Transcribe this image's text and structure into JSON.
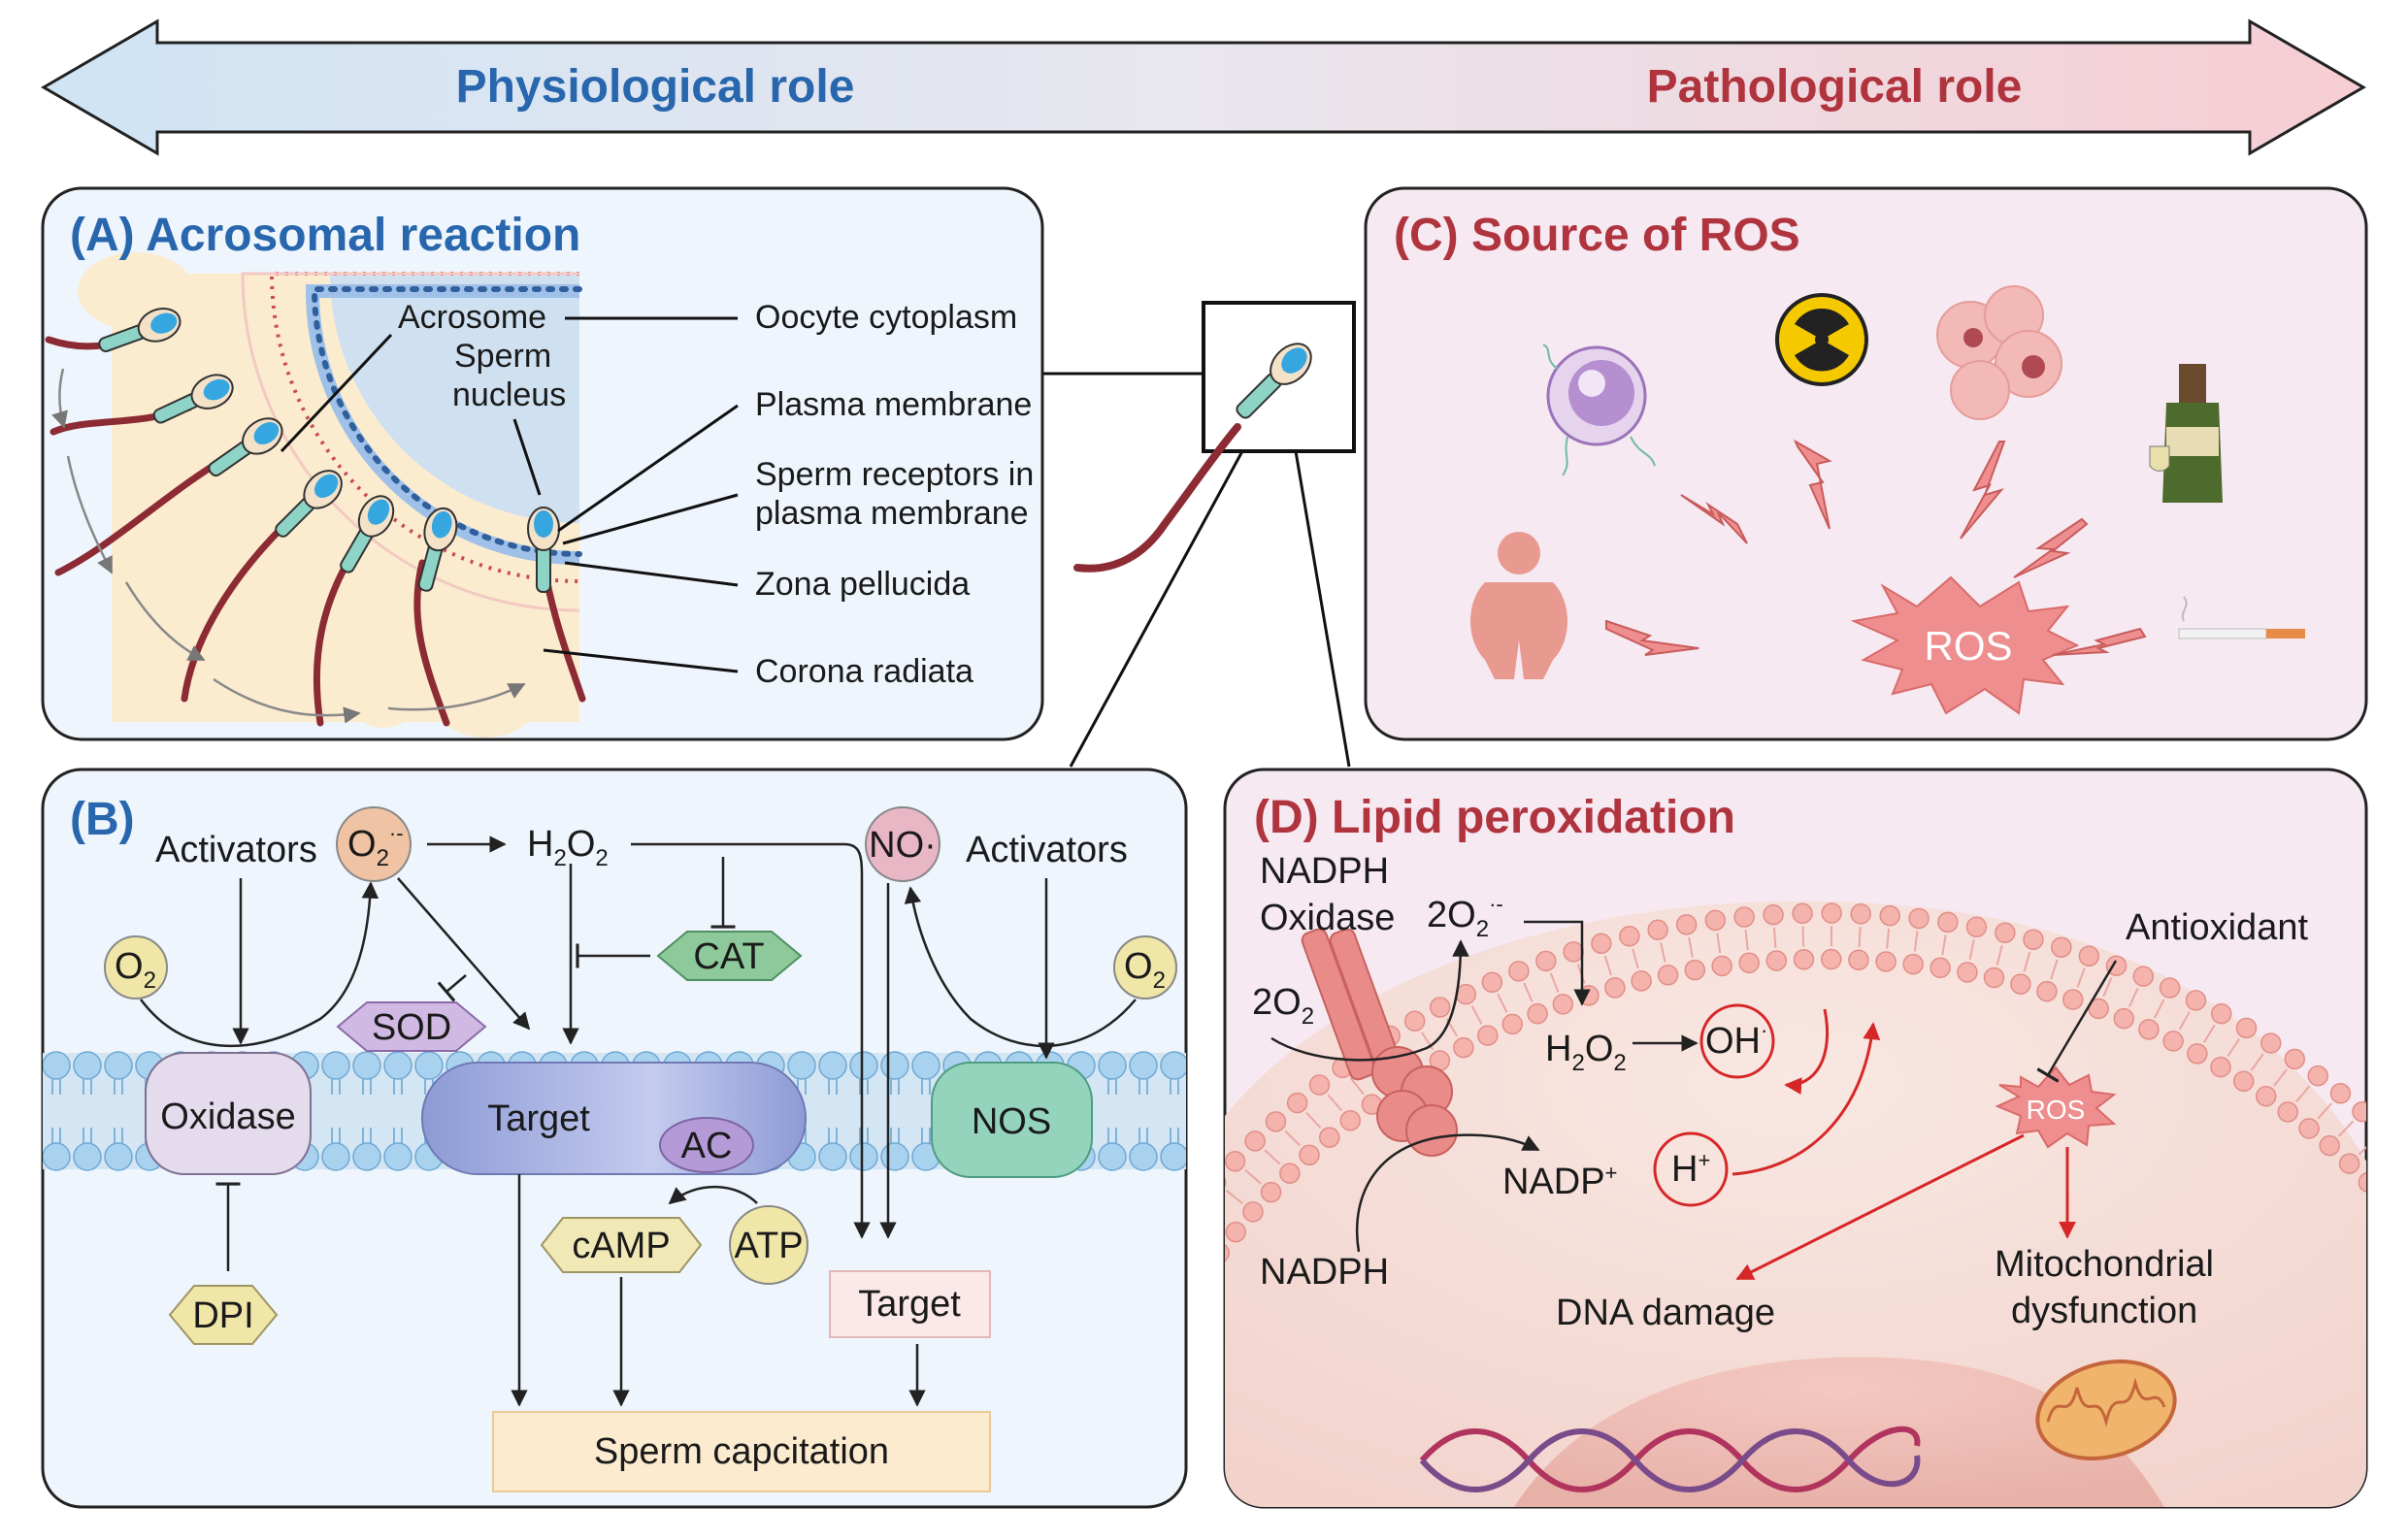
{
  "banner": {
    "left_label": "Physiological role",
    "right_label": "Pathological role"
  },
  "panel_a": {
    "title": "(A) Acrosomal reaction",
    "acrosome": "Acrosome",
    "sperm_nucleus_1": "Sperm",
    "sperm_nucleus_2": "nucleus",
    "oocyte_cytoplasm": "Oocyte cytoplasm",
    "plasma_membrane": "Plasma membrane",
    "receptors_1": "Sperm receptors in",
    "receptors_2": "plasma membrane",
    "zona_pellucida": "Zona pellucida",
    "corona_radiata": "Corona radiata"
  },
  "panel_b": {
    "title": "(B)",
    "activators_left": "Activators",
    "activators_right": "Activators",
    "superoxide": "O",
    "superoxide_sub": "2",
    "superoxide_sup": "·-",
    "h2o2_h": "H",
    "h2o2_sub1": "2",
    "h2o2_o": "O",
    "h2o2_sub2": "2",
    "no_radical": "NO·",
    "o2_left": "O",
    "o2_left_sub": "2",
    "o2_right": "O",
    "o2_right_sub": "2",
    "sod": "SOD",
    "cat": "CAT",
    "oxidase": "Oxidase",
    "target_membrane": "Target",
    "ac": "AC",
    "nos": "NOS",
    "camp": "cAMP",
    "atp": "ATP",
    "dpi": "DPI",
    "target_box": "Target",
    "sperm_capacitation": "Sperm capcitation"
  },
  "panel_c": {
    "title": "(C) Source of ROS",
    "ros": "ROS"
  },
  "panel_d": {
    "title": "(D) Lipid peroxidation",
    "nadph_oxidase_1": "NADPH",
    "nadph_oxidase_2": "Oxidase",
    "two_o2_superoxide": "2O",
    "two_o2_superoxide_sub": "2",
    "two_o2_superoxide_sup": "·-",
    "two_o2": "2O",
    "two_o2_sub": "2",
    "h2o2_h": "H",
    "h2o2_sub1": "2",
    "h2o2_o": "O",
    "h2o2_sub2": "2",
    "hydroxyl": "OH",
    "hydroxyl_sup": "·",
    "nadp_plus": "NADP",
    "nadp_plus_sup": "+",
    "h_plus": "H",
    "h_plus_sup": "+",
    "nadph_bottom": "NADPH",
    "antioxidant": "Antioxidant",
    "ros": "ROS",
    "dna_damage": "DNA damage",
    "mito_1": "Mitochondrial",
    "mito_2": "dysfunction"
  },
  "colors": {
    "blue_title": "#2867ad",
    "red_title": "#b0343e",
    "panel_a_bg": "#eef5fc",
    "panel_c_bg": "#f6e9f2",
    "accent_red": "#d62728"
  }
}
